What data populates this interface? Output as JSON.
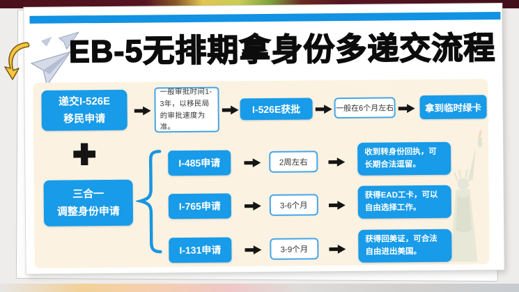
{
  "slide": {
    "title": "EB-5无排期拿身份多递交流程"
  },
  "colors": {
    "accent_blue": "#189be8",
    "header_bar_blue": "#1192e2",
    "panel_cream": "#fcf2e1",
    "arrow_black": "#151515",
    "note_border_blue": "#44a5e8",
    "decor_arrow_yellow": "#f6c63d"
  },
  "icons": {
    "arrow_right": "solid black right arrow",
    "plus": "solid black plus sign",
    "paper_plane": "paper airplane decorations",
    "curved_arrow": "hand-drawn yellow curved arrow",
    "statue_of_liberty": "faint statue of liberty watermark",
    "brace": "blue left curly brace grouping three branches"
  },
  "flow_top": {
    "submit_box": "递交I-526E\n移民申请",
    "review_note": "一般审批时间1-3年，以移民局的审批速度为准。",
    "approved_box": "I-526E获批",
    "duration_note": "一般在6个月左右",
    "result_box": "拿到临时绿卡"
  },
  "combo_box": "三合一\n调整身份申请",
  "branches": [
    {
      "application": "I-485申请",
      "duration": "2周左右",
      "result": "收到转身份回执，可长期合法逗留。"
    },
    {
      "application": "I-765申请",
      "duration": "3-6个月",
      "result": "获得EAD工卡，可以自由选择工作。"
    },
    {
      "application": "I-131申请",
      "duration": "3-9个月",
      "result": "获得回美证，可合法自由进出美国。"
    }
  ]
}
